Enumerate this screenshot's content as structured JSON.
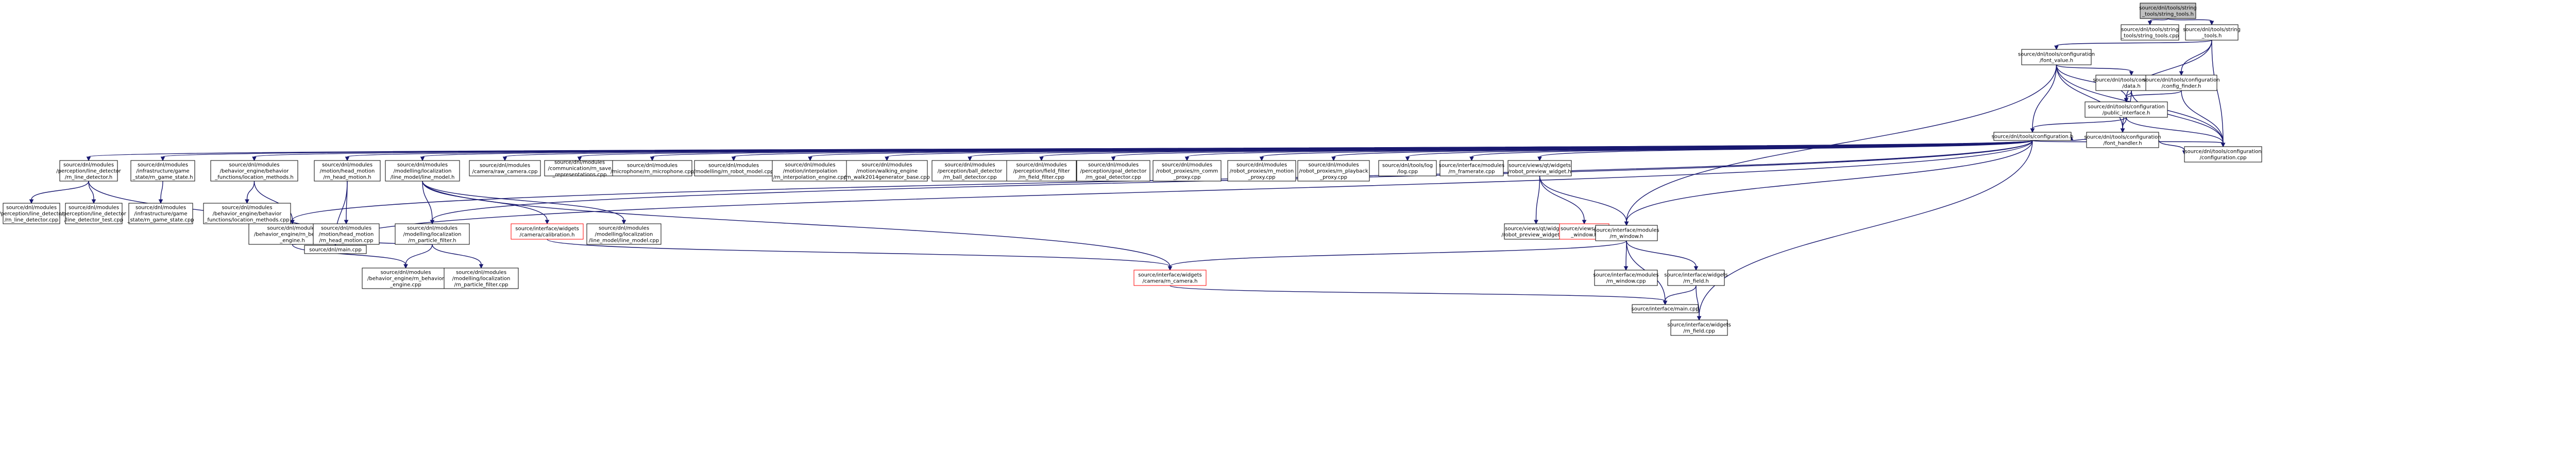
{
  "diagram": {
    "nodes": [
      {
        "id": "root",
        "lines": [
          "source/dnl/tools/string",
          "_tools/string_tools.h"
        ],
        "style": "root"
      },
      {
        "id": "string_tools_cpp",
        "lines": [
          "source/dnl/tools/string",
          "_tools/string_tools.cpp"
        ]
      },
      {
        "id": "tools_string_tools_h",
        "lines": [
          "source/dnl/tools/string",
          "_tools.h"
        ]
      },
      {
        "id": "font_value_h",
        "lines": [
          "source/dnl/tools/configuration",
          "/font_value.h"
        ]
      },
      {
        "id": "data_h",
        "lines": [
          "source/dnl/tools/configuration",
          "/data.h"
        ]
      },
      {
        "id": "config_finder_h",
        "lines": [
          "source/dnl/tools/configuration",
          "/config_finder.h"
        ]
      },
      {
        "id": "public_interface_h",
        "lines": [
          "source/dnl/tools/configuration",
          "/public_interface.h"
        ]
      },
      {
        "id": "font_handler_h",
        "lines": [
          "source/dnl/tools/configuration",
          "/font_handler.h"
        ]
      },
      {
        "id": "configuration_h",
        "lines": [
          "source/dnl/tools/configuration.h"
        ]
      },
      {
        "id": "configuration_cpp",
        "lines": [
          "source/dnl/tools/configuration",
          "/configuration.cpp"
        ]
      },
      {
        "id": "line_detector_h",
        "lines": [
          "source/dnl/modules",
          "/perception/line_detector",
          "/rn_line_detector.h"
        ]
      },
      {
        "id": "game_state_h",
        "lines": [
          "source/dnl/modules",
          "/infrastructure/game",
          "_state/rn_game_state.h"
        ]
      },
      {
        "id": "location_methods_h",
        "lines": [
          "source/dnl/modules",
          "/behavior_engine/behavior",
          "_functions/location_methods.h"
        ]
      },
      {
        "id": "head_motion_h",
        "lines": [
          "source/dnl/modules",
          "/motion/head_motion",
          "/rn_head_motion.h"
        ]
      },
      {
        "id": "line_model_h",
        "lines": [
          "source/dnl/modules",
          "/modelling/localization",
          "/line_model/line_model.h"
        ]
      },
      {
        "id": "raw_camera_cpp",
        "lines": [
          "source/dnl/modules",
          "/camera/raw_camera.cpp"
        ]
      },
      {
        "id": "save_representations_cpp",
        "lines": [
          "source/dnl/modules",
          "/communication/rn_save",
          "_representations.cpp"
        ]
      },
      {
        "id": "microphone_cpp",
        "lines": [
          "source/dnl/modules",
          "/microphone/rn_microphone.cpp"
        ]
      },
      {
        "id": "robot_model_cpp",
        "lines": [
          "source/dnl/modules",
          "/modelling/rn_robot_model.cpp"
        ]
      },
      {
        "id": "interpolation_engine_cpp",
        "lines": [
          "source/dnl/modules",
          "/motion/interpolation",
          "/rn_interpolation_engine.cpp"
        ]
      },
      {
        "id": "walk_base_cpp",
        "lines": [
          "source/dnl/modules",
          "/motion/walking_engine",
          "/rn_walk2014generator_base.cpp"
        ]
      },
      {
        "id": "ball_detector_cpp",
        "lines": [
          "source/dnl/modules",
          "/perception/ball_detector",
          "/rn_ball_detector.cpp"
        ]
      },
      {
        "id": "field_filter_cpp",
        "lines": [
          "source/dnl/modules",
          "/perception/field_filter",
          "/rn_field_filter.cpp"
        ]
      },
      {
        "id": "goal_detector_cpp",
        "lines": [
          "source/dnl/modules",
          "/perception/goal_detector",
          "/rn_goal_detector.cpp"
        ]
      },
      {
        "id": "comm_proxy_cpp",
        "lines": [
          "source/dnl/modules",
          "/robot_proxies/rn_comm",
          "_proxy.cpp"
        ]
      },
      {
        "id": "motion_proxy_cpp",
        "lines": [
          "source/dnl/modules",
          "/robot_proxies/rn_motion",
          "_proxy.cpp"
        ]
      },
      {
        "id": "playback_proxy_cpp",
        "lines": [
          "source/dnl/modules",
          "/robot_proxies/rn_playback",
          "_proxy.cpp"
        ]
      },
      {
        "id": "log_cpp",
        "lines": [
          "source/dnl/tools/log",
          "/log.cpp"
        ]
      },
      {
        "id": "framerate_cpp",
        "lines": [
          "source/interface/modules",
          "/rn_framerate.cpp"
        ]
      },
      {
        "id": "robot_preview_widget_h",
        "lines": [
          "source/views/qt/widgets",
          "/robot_preview_widget.h"
        ]
      },
      {
        "id": "line_detector_cpp",
        "lines": [
          "source/dnl/modules",
          "/perception/line_detector",
          "/rn_line_detector.cpp"
        ]
      },
      {
        "id": "line_detector_test_cpp",
        "lines": [
          "source/dnl/modules",
          "/perception/line_detector",
          "/line_detector_test.cpp"
        ]
      },
      {
        "id": "game_state_cpp",
        "lines": [
          "source/dnl/modules",
          "/infrastructure/game",
          "_state/rn_game_state.cpp"
        ]
      },
      {
        "id": "location_methods_cpp",
        "lines": [
          "source/dnl/modules",
          "/behavior_engine/behavior",
          "_functions/location_methods.cpp"
        ]
      },
      {
        "id": "behavior_engine_h",
        "lines": [
          "source/dnl/modules",
          "/behavior_engine/rn_behavior",
          "_engine.h"
        ]
      },
      {
        "id": "head_motion_cpp",
        "lines": [
          "source/dnl/modules",
          "/motion/head_motion",
          "/rn_head_motion.cpp"
        ]
      },
      {
        "id": "particle_filter_h",
        "lines": [
          "source/dnl/modules",
          "/modelling/localization",
          "/rn_particle_filter.h"
        ]
      },
      {
        "id": "calibration_h",
        "lines": [
          "source/interface/widgets",
          "/camera/calibration.h"
        ],
        "style": "missing"
      },
      {
        "id": "line_model_cpp",
        "lines": [
          "source/dnl/modules",
          "/modelling/localization",
          "/line_model/line_model.cpp"
        ]
      },
      {
        "id": "robot_preview_widget_cpp",
        "lines": [
          "source/views/qt/widgets",
          "/robot_preview_widget.cpp"
        ]
      },
      {
        "id": "qt_window_h",
        "lines": [
          "source/views/qt/rn",
          "_window.h"
        ],
        "style": "missing"
      },
      {
        "id": "rn_window_h",
        "lines": [
          "source/interface/modules",
          "/rn_window.h"
        ]
      },
      {
        "id": "main_cpp",
        "lines": [
          "source/dnl/main.cpp"
        ]
      },
      {
        "id": "behavior_engine_cpp",
        "lines": [
          "source/dnl/modules",
          "/behavior_engine/rn_behavior",
          "_engine.cpp"
        ]
      },
      {
        "id": "particle_filter_cpp",
        "lines": [
          "source/dnl/modules",
          "/modelling/localization",
          "/rn_particle_filter.cpp"
        ]
      },
      {
        "id": "camera_h",
        "lines": [
          "source/interface/widgets",
          "/camera/rn_camera.h"
        ],
        "style": "missing"
      },
      {
        "id": "rn_window_cpp",
        "lines": [
          "source/interface/modules",
          "/rn_window.cpp"
        ]
      },
      {
        "id": "field_h",
        "lines": [
          "source/interface/widgets",
          "/rn_field.h"
        ]
      },
      {
        "id": "interface_main_cpp",
        "lines": [
          "source/interface/main.cpp"
        ]
      },
      {
        "id": "field_cpp",
        "lines": [
          "source/interface/widgets",
          "/rn_field.cpp"
        ]
      }
    ],
    "edges": [
      [
        "root",
        "string_tools_cpp"
      ],
      [
        "root",
        "tools_string_tools_h"
      ],
      [
        "tools_string_tools_h",
        "font_value_h"
      ],
      [
        "tools_string_tools_h",
        "config_finder_h"
      ],
      [
        "tools_string_tools_h",
        "public_interface_h"
      ],
      [
        "tools_string_tools_h",
        "configuration_cpp"
      ],
      [
        "font_value_h",
        "data_h"
      ],
      [
        "font_value_h",
        "public_interface_h"
      ],
      [
        "font_value_h",
        "font_handler_h"
      ],
      [
        "font_value_h",
        "configuration_h"
      ],
      [
        "font_value_h",
        "rn_window_h"
      ],
      [
        "font_value_h",
        "configuration_cpp"
      ],
      [
        "data_h",
        "public_interface_h"
      ],
      [
        "data_h",
        "font_handler_h"
      ],
      [
        "data_h",
        "configuration_cpp"
      ],
      [
        "config_finder_h",
        "public_interface_h"
      ],
      [
        "config_finder_h",
        "configuration_cpp"
      ],
      [
        "public_interface_h",
        "configuration_h"
      ],
      [
        "public_interface_h",
        "font_handler_h"
      ],
      [
        "public_interface_h",
        "configuration_cpp"
      ],
      [
        "font_handler_h",
        "configuration_h"
      ],
      [
        "font_handler_h",
        "configuration_cpp"
      ],
      [
        "configuration_h",
        "line_detector_h"
      ],
      [
        "configuration_h",
        "game_state_h"
      ],
      [
        "configuration_h",
        "location_methods_h"
      ],
      [
        "configuration_h",
        "head_motion_h"
      ],
      [
        "configuration_h",
        "line_model_h"
      ],
      [
        "configuration_h",
        "raw_camera_cpp"
      ],
      [
        "configuration_h",
        "save_representations_cpp"
      ],
      [
        "configuration_h",
        "microphone_cpp"
      ],
      [
        "configuration_h",
        "robot_model_cpp"
      ],
      [
        "configuration_h",
        "interpolation_engine_cpp"
      ],
      [
        "configuration_h",
        "walk_base_cpp"
      ],
      [
        "configuration_h",
        "ball_detector_cpp"
      ],
      [
        "configuration_h",
        "field_filter_cpp"
      ],
      [
        "configuration_h",
        "goal_detector_cpp"
      ],
      [
        "configuration_h",
        "comm_proxy_cpp"
      ],
      [
        "configuration_h",
        "motion_proxy_cpp"
      ],
      [
        "configuration_h",
        "playback_proxy_cpp"
      ],
      [
        "configuration_h",
        "log_cpp"
      ],
      [
        "configuration_h",
        "framerate_cpp"
      ],
      [
        "configuration_h",
        "robot_preview_widget_h"
      ],
      [
        "configuration_h",
        "configuration_cpp"
      ],
      [
        "configuration_h",
        "main_cpp"
      ],
      [
        "configuration_h",
        "behavior_engine_h"
      ],
      [
        "configuration_h",
        "particle_filter_h"
      ],
      [
        "configuration_h",
        "rn_window_h"
      ],
      [
        "configuration_h",
        "field_cpp"
      ],
      [
        "line_detector_h",
        "line_detector_cpp"
      ],
      [
        "line_detector_h",
        "line_detector_test_cpp"
      ],
      [
        "line_detector_h",
        "main_cpp"
      ],
      [
        "game_state_h",
        "game_state_cpp"
      ],
      [
        "location_methods_h",
        "location_methods_cpp"
      ],
      [
        "location_methods_h",
        "behavior_engine_h"
      ],
      [
        "head_motion_h",
        "head_motion_cpp"
      ],
      [
        "head_motion_h",
        "main_cpp"
      ],
      [
        "line_model_h",
        "particle_filter_h"
      ],
      [
        "line_model_h",
        "calibration_h"
      ],
      [
        "line_model_h",
        "line_model_cpp"
      ],
      [
        "line_model_h",
        "camera_h"
      ],
      [
        "robot_preview_widget_h",
        "robot_preview_widget_cpp"
      ],
      [
        "robot_preview_widget_h",
        "qt_window_h"
      ],
      [
        "robot_preview_widget_h",
        "rn_window_h"
      ],
      [
        "behavior_engine_h",
        "main_cpp"
      ],
      [
        "behavior_engine_h",
        "behavior_engine_cpp"
      ],
      [
        "particle_filter_h",
        "main_cpp"
      ],
      [
        "particle_filter_h",
        "behavior_engine_cpp"
      ],
      [
        "particle_filter_h",
        "particle_filter_cpp"
      ],
      [
        "calibration_h",
        "camera_h"
      ],
      [
        "rn_window_h",
        "camera_h"
      ],
      [
        "rn_window_h",
        "rn_window_cpp"
      ],
      [
        "rn_window_h",
        "field_h"
      ],
      [
        "rn_window_h",
        "interface_main_cpp"
      ],
      [
        "camera_h",
        "interface_main_cpp"
      ],
      [
        "field_h",
        "interface_main_cpp"
      ],
      [
        "field_h",
        "field_cpp"
      ]
    ]
  }
}
